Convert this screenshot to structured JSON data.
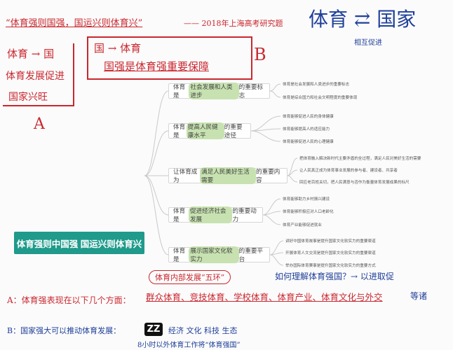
{
  "notes": {
    "top_quote": "“体育强则国强，国运兴则体育兴”",
    "top_tail": "—— 2018年上海高考研究题",
    "right_title": "体育 ⇄ 国家",
    "right_sub": "相互促进",
    "left_a1": "体育 → 国",
    "left_a2": "体育发展促进",
    "left_a3": "国家兴旺",
    "label_a": "A",
    "mid_b1": "国 → 体育",
    "mid_b2": "国强是体育强重要保障",
    "label_b": "B",
    "below_map": "体育内部发展“五环”",
    "below_right": "如何理解体育强国？→ 以进取促",
    "line_a_pre": "A：体育强表现在以下几个方面：",
    "line_a_main": "群众体育、竞技体育、学校体育、体育产业、体育文化与外交",
    "line_a_end": "等诸",
    "line_b_pre": "B：国家强大可以推动体育发展：",
    "line_b_main": "经济 文化 科技 生态",
    "line_b_2": "8小时以外体育工作将“体育强国”",
    "zz": "ZZ"
  },
  "mindmap": {
    "root": "体育强则中国强 国运兴则体育兴",
    "branches": [
      {
        "pre": "体育是",
        "hl": "社会发展和人类进步",
        "post": "的重要标志"
      },
      {
        "pre": "体育是",
        "hl": "提高人民健康水平",
        "post": "的重要途径"
      },
      {
        "pre": "让体育成为",
        "hl": "满足人民美好生活需要",
        "post": "的重要内容"
      },
      {
        "pre": "体育是",
        "hl": "促进经济社会发展",
        "post": "的重要动力"
      },
      {
        "pre": "体育是",
        "hl": "展示国家文化软实力",
        "post": "的重要平台"
      }
    ],
    "leaves": [
      [
        "体育是社会发展和人类进步的重要标志",
        "体育是综合国力和社会文明程度的重要体现"
      ],
      [
        "体育能够促进人民的身体健康",
        "体育能够提高人的适应能力",
        "体育能够促进人民的心理健康"
      ],
      [
        "把体育融入解决新时代主要矛盾的全过程，满足人民对美好生活的需要",
        "让人民真正成为体育事业发展的参与者、建设者、共享者",
        "回应老百姓关切，把人民满意与否作为衡量体育发展成果的标尺"
      ],
      [
        "体育能够助力乡村振兴建设",
        "体育能够积极应对人口老龄化",
        "体育产业能够促进就业"
      ],
      [
        "讲好中国体育故事是提升国家文化软实力的重要渠道",
        "开展体育人文交流是提升国家文化软实力的重要渠道",
        "举办国际体育赛事是提升国家文化软实力的重要方式"
      ]
    ]
  }
}
